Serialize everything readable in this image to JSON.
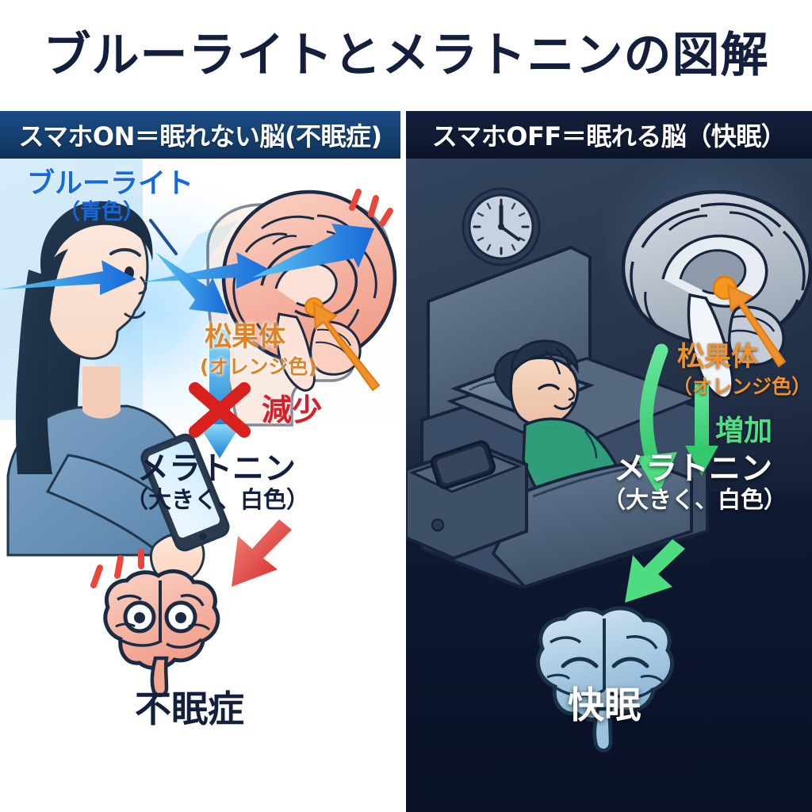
{
  "title": "ブルーライトとメラトニンの図解",
  "panels": {
    "left": {
      "header": "スマホON＝眠れない脳(不眠症)",
      "header_bg": "#15406f",
      "labels": {
        "bluelight": "ブルーライト",
        "bluelight_sub": "（青色）",
        "pineal": "松果体",
        "pineal_sub": "(オレンジ色)",
        "change": "減少",
        "melatonin": "メラトニン",
        "melatonin_sub": "（大きく、白色）",
        "outcome": "不眠症"
      },
      "colors": {
        "bluelight_text": "#1668dd",
        "pineal_text": "#e08226",
        "decrease_text": "#d61f26",
        "arrow_blue": "#1f8fe0",
        "arrow_red": "#e02a22",
        "brain_fill": "#f6b5a4",
        "background": "#ffffff"
      }
    },
    "right": {
      "header": "スマホOFF＝眠れる脳（快眠）",
      "header_bg": "#131f3e",
      "labels": {
        "pineal": "松果体",
        "pineal_sub": "（オレンジ色）",
        "change": "増加",
        "melatonin": "メラトニン",
        "melatonin_sub": "（大きく、白色）",
        "outcome": "快眠"
      },
      "colors": {
        "pineal_text": "#f0922b",
        "increase_text": "#4fe085",
        "arrow_green": "#4ddc80",
        "brain_fill": "#c3cbd6",
        "sleep_brain_fill": "#bcd8ec",
        "background": "#0d1730"
      },
      "clock_time": "12:20"
    }
  },
  "icons": {
    "phone": "smartphone-icon",
    "clock": "wall-clock-icon",
    "brain_pink": "brain-stressed-icon",
    "brain_blue": "brain-sleeping-icon",
    "x_mark": "red-x-icon",
    "pineal_dot": "pineal-gland-dot"
  }
}
